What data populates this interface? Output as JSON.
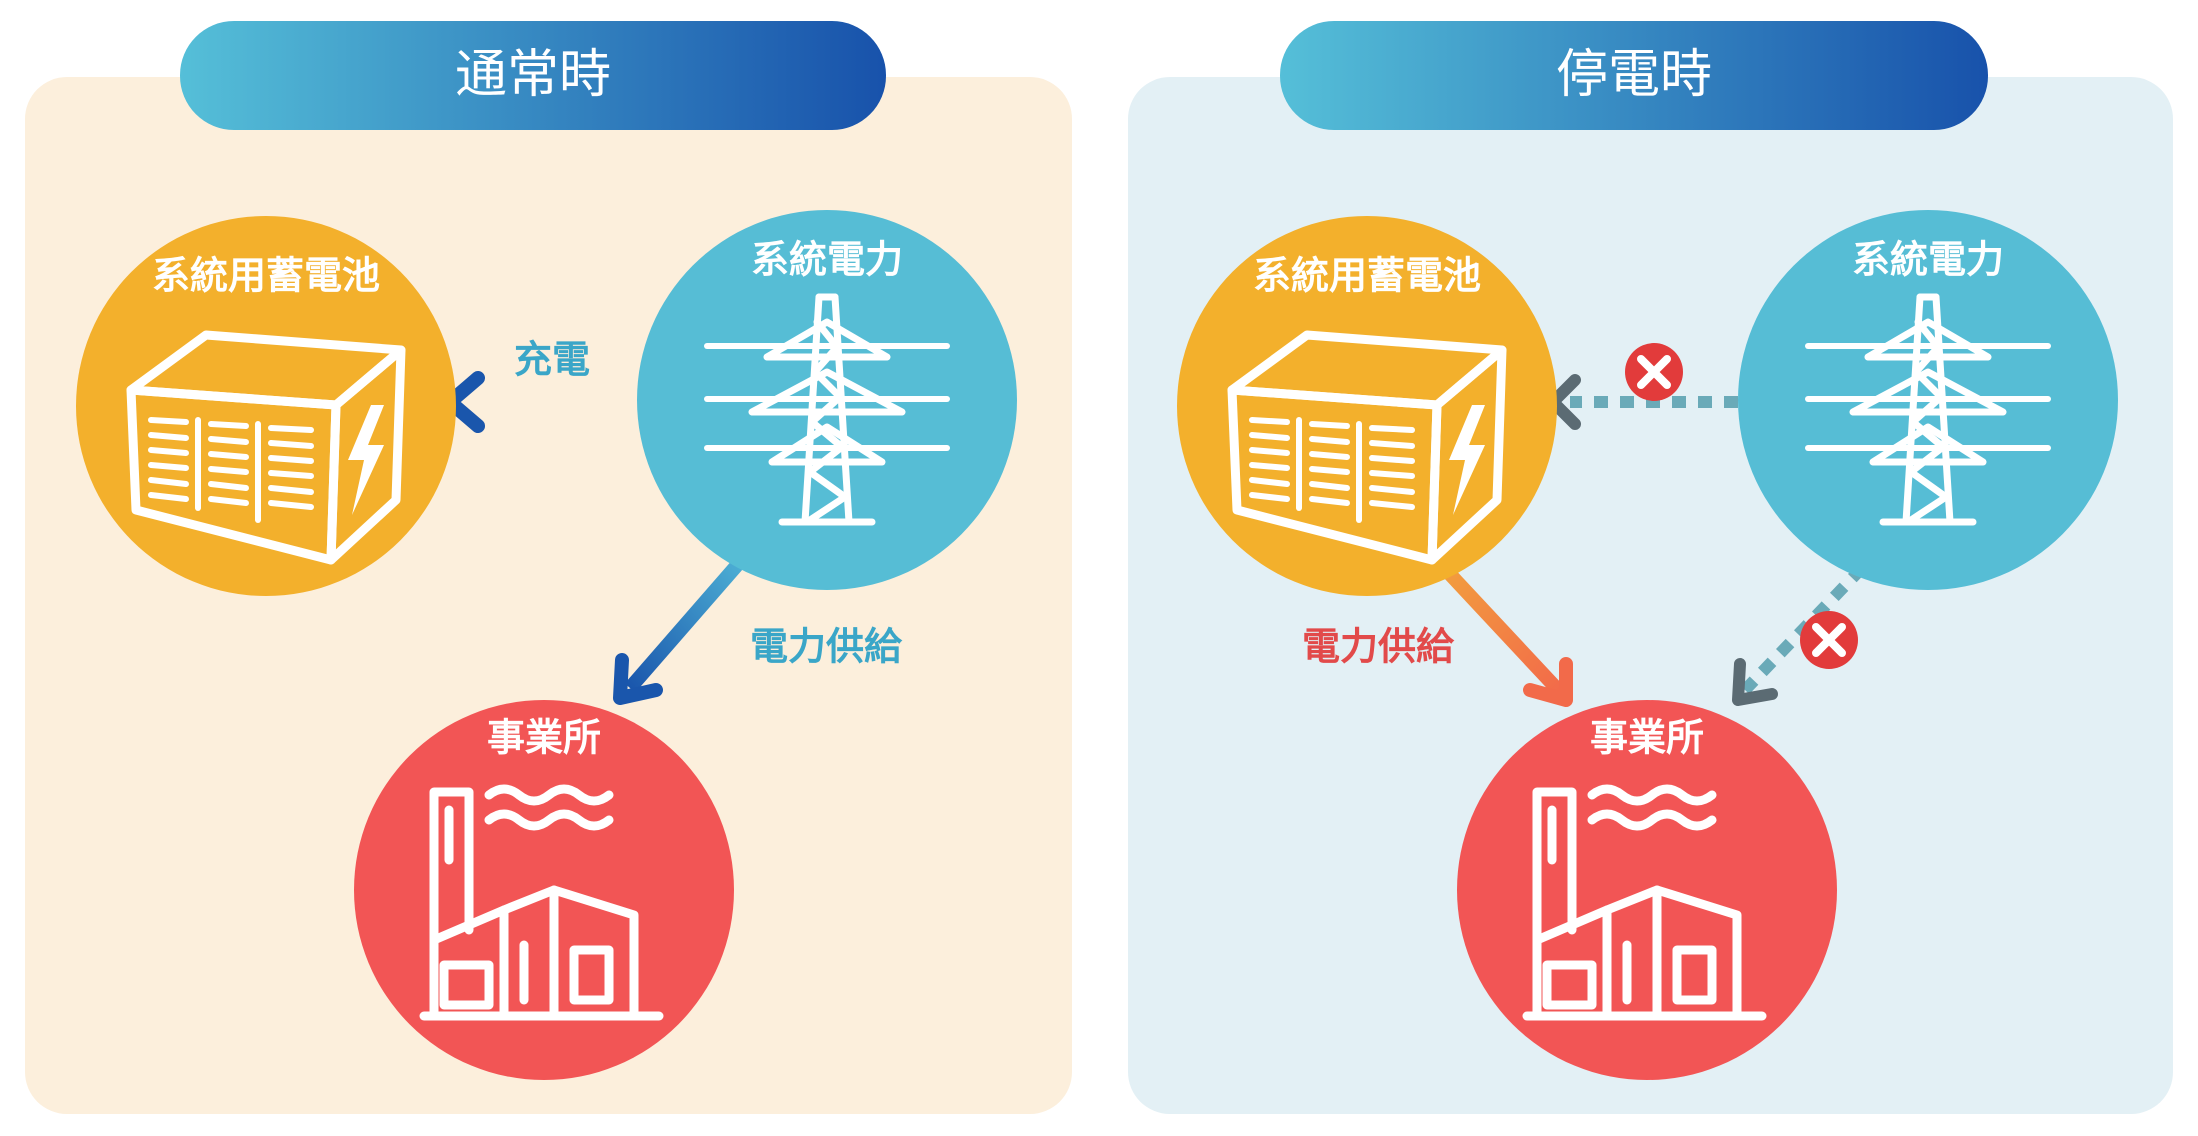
{
  "panels": [
    {
      "title": "通常時",
      "nodes": {
        "battery": "系統用蓄電池",
        "grid": "系統電力",
        "site": "事業所"
      },
      "edges": {
        "charge": "充電",
        "supply": "電力供給"
      }
    },
    {
      "title": "停電時",
      "nodes": {
        "battery": "系統用蓄電池",
        "grid": "系統電力",
        "site": "事業所"
      },
      "edges": {
        "supply": "電力供給"
      }
    }
  ],
  "colors": {
    "normal_bg": "#fcefdc",
    "outage_bg": "#e3f0f5",
    "battery": "#f3b02c",
    "grid": "#56bdd5",
    "site": "#f25555",
    "charge_arrow": "#1f63b5",
    "outage_supply_arrow": "#f0904a",
    "blocked": "#e23b3b"
  }
}
